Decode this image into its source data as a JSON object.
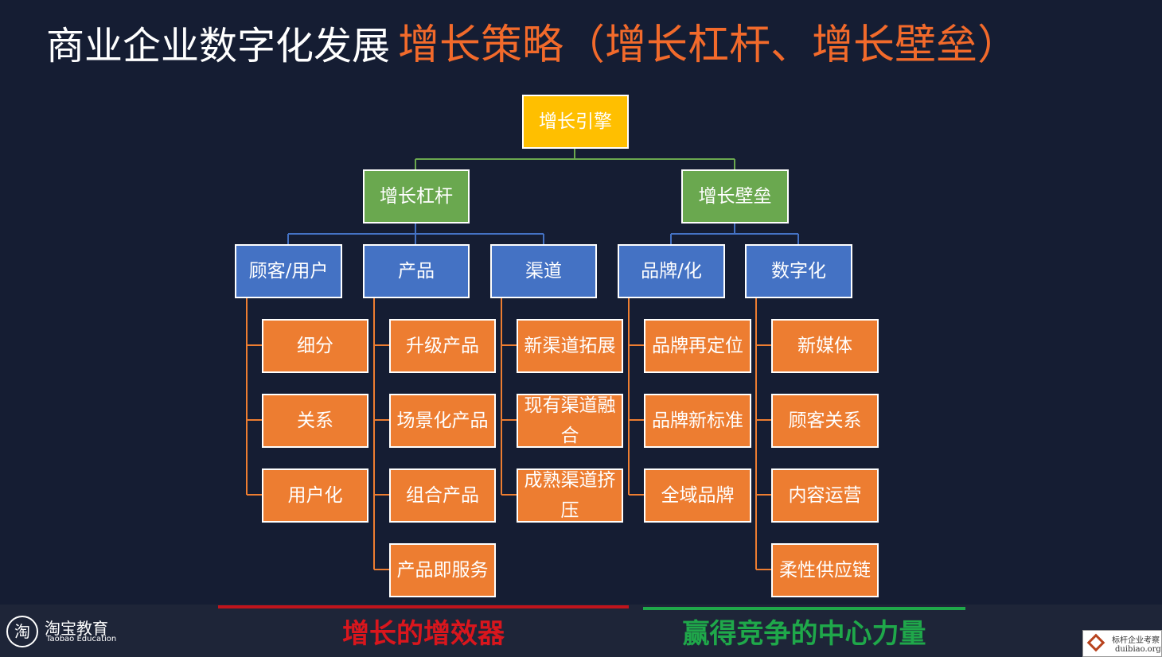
{
  "title": {
    "part1": "商业企业数字化发展",
    "part2": "增长策略（增长杠杆、增长壁垒）"
  },
  "root": {
    "label": "增长引擎"
  },
  "level1": [
    {
      "label": "增长杠杆"
    },
    {
      "label": "增长壁垒"
    }
  ],
  "level2": [
    {
      "label": "顾客/用户",
      "children": [
        "细分",
        "关系",
        "用户化"
      ]
    },
    {
      "label": "产品",
      "children": [
        "升级产品",
        "场景化产品",
        "组合产品",
        "产品即服务"
      ]
    },
    {
      "label": "渠道",
      "children": [
        [
          "新渠道拓展"
        ],
        [
          "现有渠道融",
          "合"
        ],
        [
          "成熟渠道挤",
          "压"
        ]
      ]
    },
    {
      "label": "品牌/化",
      "children": [
        "品牌再定位",
        "品牌新标准",
        "全域品牌"
      ]
    },
    {
      "label": "数字化",
      "children": [
        "新媒体",
        "顾客关系",
        "内容运营",
        "柔性供应链"
      ]
    }
  ],
  "captions": {
    "left": "增长的增效器",
    "right": "赢得竞争的中心力量"
  },
  "logo": {
    "symbol": "淘",
    "cn": "淘宝教育",
    "en": "Taobao Education"
  },
  "badge": {
    "cn": "标杆企业考察",
    "en": "duibiao.org"
  },
  "colors": {
    "background": "#151d33",
    "root": "#ffbf00",
    "level1": "#6aa84f",
    "level2": "#4472c4",
    "leaf": "#ed7d31",
    "title_accent": "#f26a2b",
    "caption_left": "#d9161d",
    "caption_right": "#1fa84a"
  }
}
